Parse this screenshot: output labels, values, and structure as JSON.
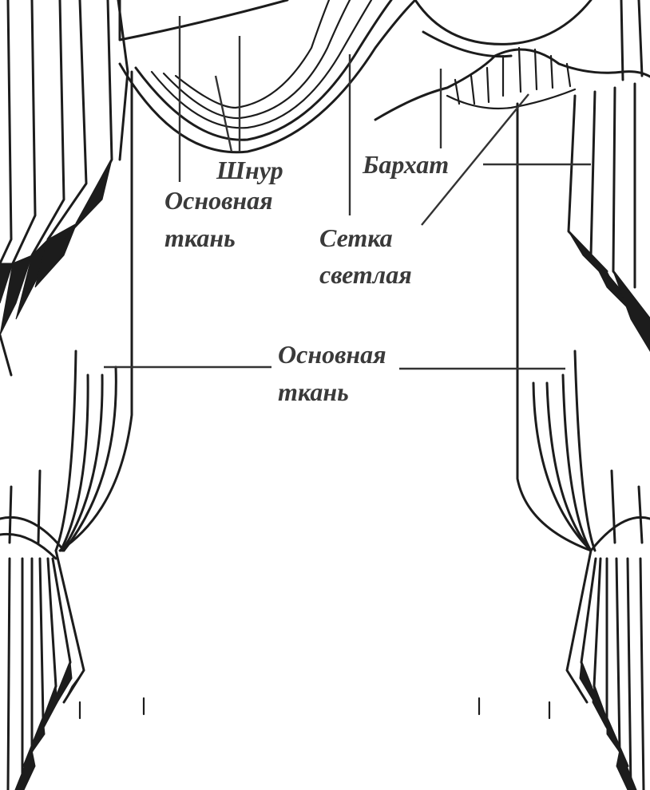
{
  "labels": {
    "cord": "Шнур",
    "main_fabric_top_line1": "Основная",
    "main_fabric_top_line2": "ткань",
    "velvet": "Бархат",
    "net_line1": "Сетка",
    "net_line2": "светлая",
    "main_fabric_bottom_line1": "Основная",
    "main_fabric_bottom_line2": "ткань"
  },
  "colors": {
    "ink": "#1c1c1c",
    "label_text": "#3a3a3a",
    "background": "#ffffff"
  }
}
